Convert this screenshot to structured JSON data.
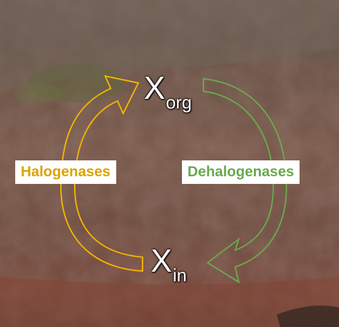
{
  "labels": {
    "left": "Halogenases",
    "right": "Dehalogenases"
  },
  "species": {
    "top": {
      "main": "X",
      "sub": "org"
    },
    "bottom": {
      "main": "X",
      "sub": "in"
    }
  },
  "colors": {
    "halogenase_arrow": "#f2b400",
    "halogenase_text": "#d9a400",
    "dehalogenase_arrow": "#6aa84f",
    "dehalogenase_text": "#6aa84f"
  },
  "background": "soil profile photograph"
}
